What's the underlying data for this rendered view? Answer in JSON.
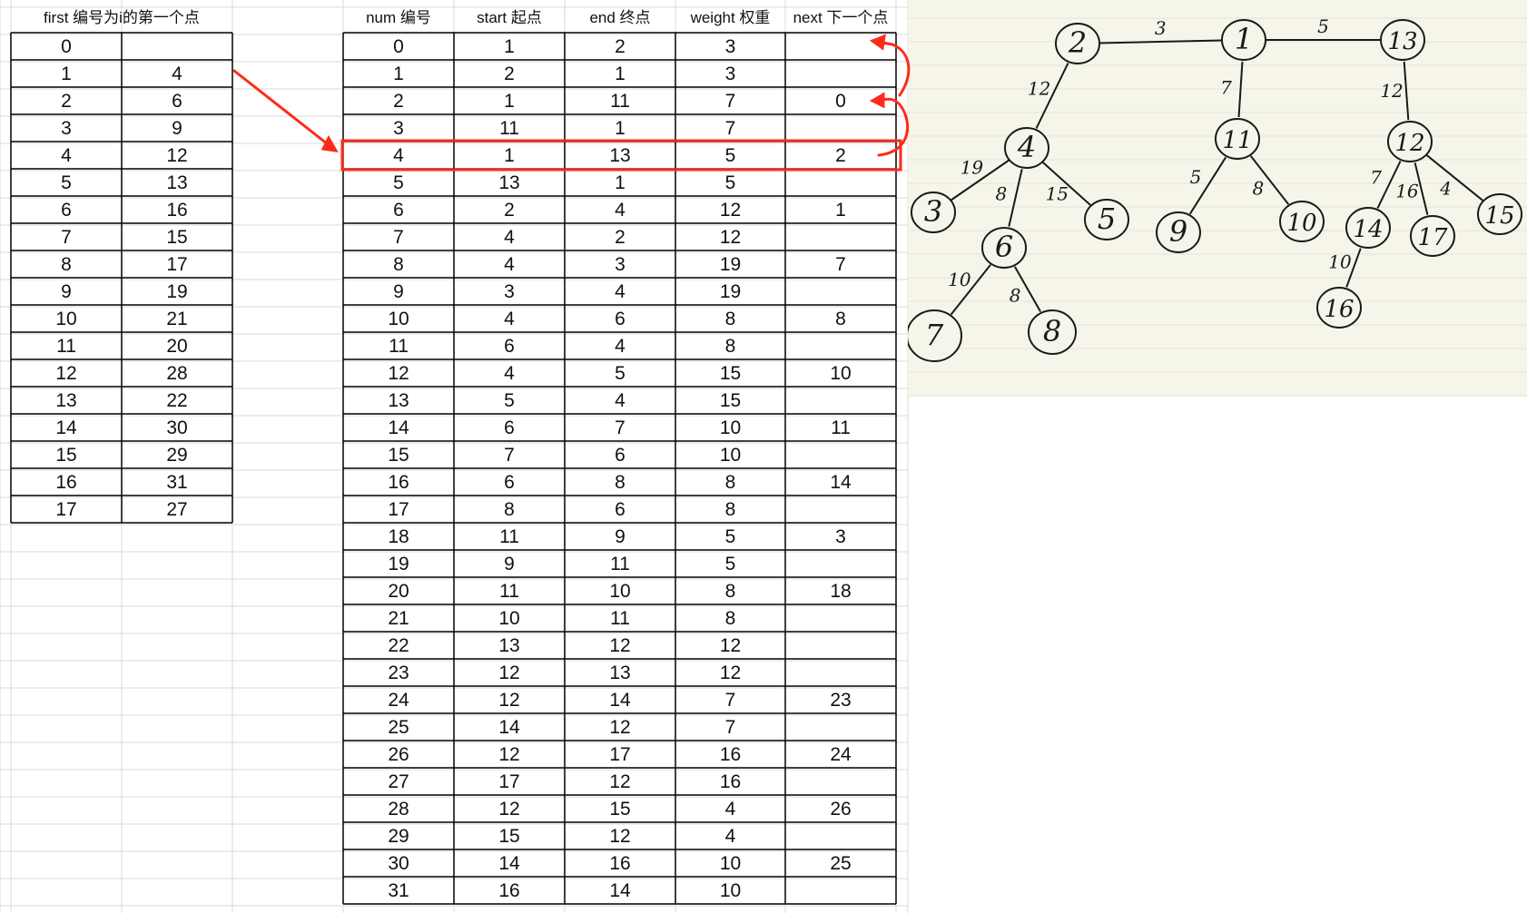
{
  "first_table": {
    "header": "first 编号为i的第一个点",
    "rows": [
      [
        "0",
        ""
      ],
      [
        "1",
        "4"
      ],
      [
        "2",
        "6"
      ],
      [
        "3",
        "9"
      ],
      [
        "4",
        "12"
      ],
      [
        "5",
        "13"
      ],
      [
        "6",
        "16"
      ],
      [
        "7",
        "15"
      ],
      [
        "8",
        "17"
      ],
      [
        "9",
        "19"
      ],
      [
        "10",
        "21"
      ],
      [
        "11",
        "20"
      ],
      [
        "12",
        "28"
      ],
      [
        "13",
        "22"
      ],
      [
        "14",
        "30"
      ],
      [
        "15",
        "29"
      ],
      [
        "16",
        "31"
      ],
      [
        "17",
        "27"
      ]
    ]
  },
  "edge_table": {
    "headers": [
      "num 编号",
      "start 起点",
      "end 终点",
      "weight 权重",
      "next 下一个点"
    ],
    "rows": [
      [
        "0",
        "1",
        "2",
        "3",
        ""
      ],
      [
        "1",
        "2",
        "1",
        "3",
        ""
      ],
      [
        "2",
        "1",
        "11",
        "7",
        "0"
      ],
      [
        "3",
        "11",
        "1",
        "7",
        ""
      ],
      [
        "4",
        "1",
        "13",
        "5",
        "2"
      ],
      [
        "5",
        "13",
        "1",
        "5",
        ""
      ],
      [
        "6",
        "2",
        "4",
        "12",
        "1"
      ],
      [
        "7",
        "4",
        "2",
        "12",
        ""
      ],
      [
        "8",
        "4",
        "3",
        "19",
        "7"
      ],
      [
        "9",
        "3",
        "4",
        "19",
        ""
      ],
      [
        "10",
        "4",
        "6",
        "8",
        "8"
      ],
      [
        "11",
        "6",
        "4",
        "8",
        ""
      ],
      [
        "12",
        "4",
        "5",
        "15",
        "10"
      ],
      [
        "13",
        "5",
        "4",
        "15",
        ""
      ],
      [
        "14",
        "6",
        "7",
        "10",
        "11"
      ],
      [
        "15",
        "7",
        "6",
        "10",
        ""
      ],
      [
        "16",
        "6",
        "8",
        "8",
        "14"
      ],
      [
        "17",
        "8",
        "6",
        "8",
        ""
      ],
      [
        "18",
        "11",
        "9",
        "5",
        "3"
      ],
      [
        "19",
        "9",
        "11",
        "5",
        ""
      ],
      [
        "20",
        "11",
        "10",
        "8",
        "18"
      ],
      [
        "21",
        "10",
        "11",
        "8",
        ""
      ],
      [
        "22",
        "13",
        "12",
        "12",
        ""
      ],
      [
        "23",
        "12",
        "13",
        "12",
        ""
      ],
      [
        "24",
        "12",
        "14",
        "7",
        "23"
      ],
      [
        "25",
        "14",
        "12",
        "7",
        ""
      ],
      [
        "26",
        "12",
        "17",
        "16",
        "24"
      ],
      [
        "27",
        "17",
        "12",
        "16",
        ""
      ],
      [
        "28",
        "12",
        "15",
        "4",
        "26"
      ],
      [
        "29",
        "15",
        "12",
        "4",
        ""
      ],
      [
        "30",
        "14",
        "16",
        "10",
        "25"
      ],
      [
        "31",
        "16",
        "14",
        "10",
        ""
      ]
    ],
    "highlighted_row": 4
  },
  "tree": {
    "nodes": [
      {
        "id": "1",
        "label": "1"
      },
      {
        "id": "2",
        "label": "2"
      },
      {
        "id": "3",
        "label": "3"
      },
      {
        "id": "4",
        "label": "4"
      },
      {
        "id": "5",
        "label": "5"
      },
      {
        "id": "6",
        "label": "6"
      },
      {
        "id": "7",
        "label": "7"
      },
      {
        "id": "8",
        "label": "8"
      },
      {
        "id": "9",
        "label": "9"
      },
      {
        "id": "10",
        "label": "10"
      },
      {
        "id": "11",
        "label": "11"
      },
      {
        "id": "12",
        "label": "12"
      },
      {
        "id": "13",
        "label": "13"
      },
      {
        "id": "14",
        "label": "14"
      },
      {
        "id": "15",
        "label": "15"
      },
      {
        "id": "16",
        "label": "16"
      },
      {
        "id": "17",
        "label": "17"
      }
    ],
    "edges": [
      {
        "from": "2",
        "to": "1",
        "weight": "3"
      },
      {
        "from": "1",
        "to": "13",
        "weight": "5"
      },
      {
        "from": "2",
        "to": "4",
        "weight": "12"
      },
      {
        "from": "1",
        "to": "11",
        "weight": "7"
      },
      {
        "from": "13",
        "to": "12",
        "weight": "12"
      },
      {
        "from": "4",
        "to": "3",
        "weight": "19"
      },
      {
        "from": "4",
        "to": "6",
        "weight": "8"
      },
      {
        "from": "4",
        "to": "5",
        "weight": "15"
      },
      {
        "from": "11",
        "to": "9",
        "weight": "5"
      },
      {
        "from": "11",
        "to": "10",
        "weight": "8"
      },
      {
        "from": "12",
        "to": "14",
        "weight": "7"
      },
      {
        "from": "12",
        "to": "17",
        "weight": "16"
      },
      {
        "from": "12",
        "to": "15",
        "weight": "4"
      },
      {
        "from": "6",
        "to": "7",
        "weight": "10"
      },
      {
        "from": "6",
        "to": "8",
        "weight": "8"
      },
      {
        "from": "14",
        "to": "16",
        "weight": "10"
      }
    ]
  },
  "colors": {
    "annotation_red": "#ff2a1a",
    "grid_line": "#d9d9d9",
    "sketch_bg": "#f6f5ea"
  }
}
